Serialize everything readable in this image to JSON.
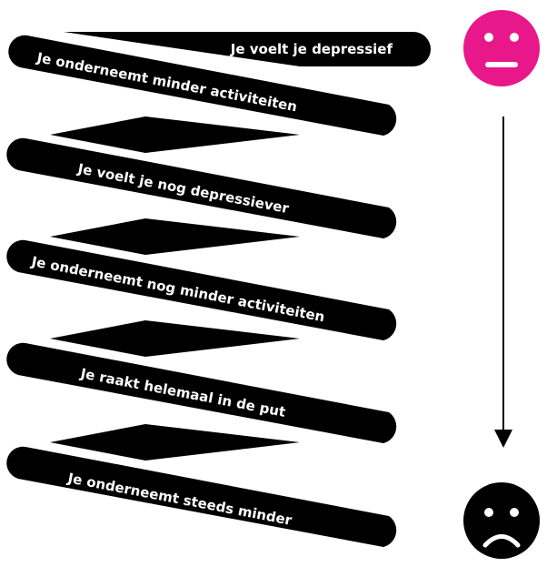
{
  "steps": [
    "Je voelt je depressief",
    "Je onderneemt minder activiteiten",
    "Je voelt je nog depressiever",
    "Je onderneemt nog minder activiteiten",
    "Je raakt helemaal in de put",
    "Je onderneemt steeds minder"
  ],
  "faces": {
    "top": {
      "icon": "neutral-face-icon",
      "color": "#e8178a"
    },
    "bottom": {
      "icon": "sad-face-icon",
      "color": "#000000"
    }
  },
  "colors": {
    "band": "#000000",
    "text": "#ffffff"
  }
}
